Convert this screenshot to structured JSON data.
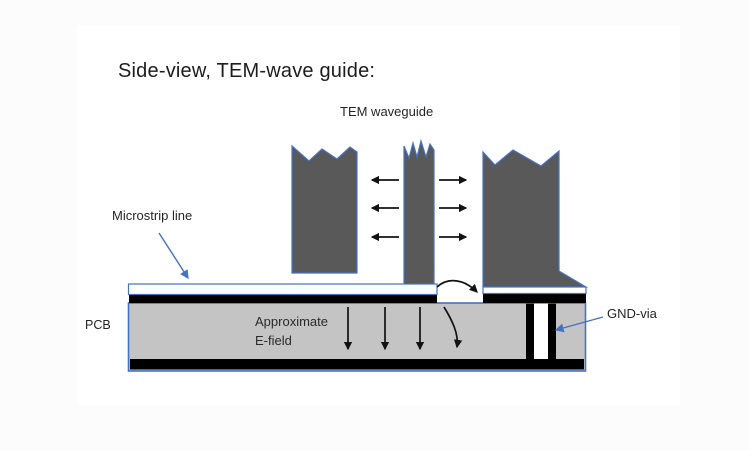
{
  "title": "Side-view, TEM-wave guide:",
  "labels": {
    "tem_waveguide": "TEM waveguide",
    "microstrip_line": "Microstrip line",
    "pcb": "PCB",
    "efield_line1": "Approximate",
    "efield_line2": "E-field",
    "gnd_via": "GND-via"
  },
  "colors": {
    "c-block": "#595959",
    "c-blue": "#4472c4",
    "c-substrate": "#c4c4c4",
    "c-black": "#000000"
  }
}
